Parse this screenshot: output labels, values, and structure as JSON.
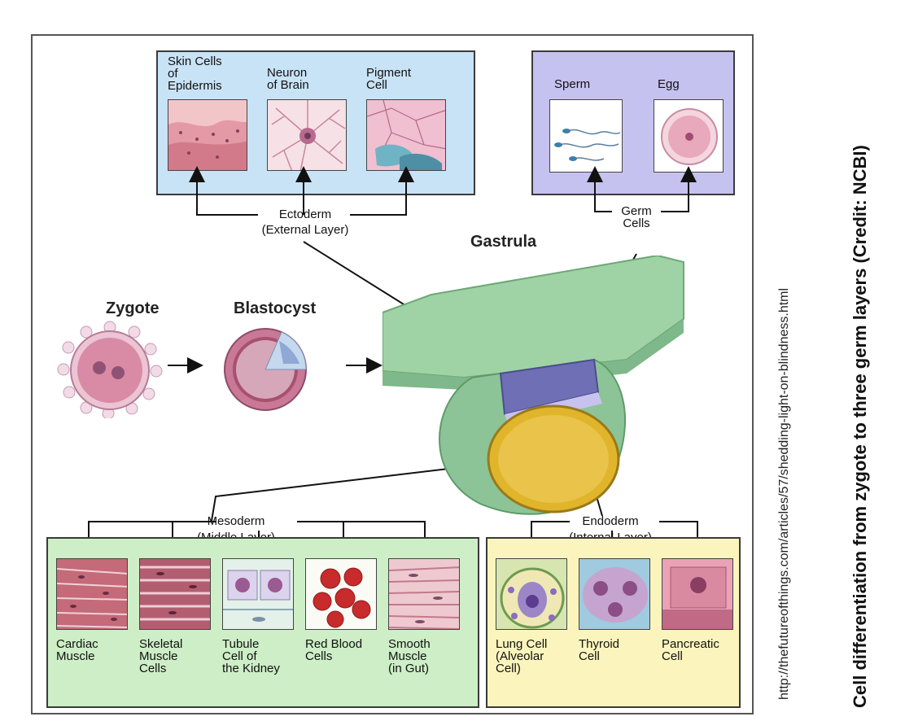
{
  "ectoderm": {
    "name": "Ectoderm",
    "sub": "(External Layer)",
    "cells": [
      "Skin Cells\nof\nEpidermis",
      "Neuron\nof Brain",
      "Pigment\nCell"
    ]
  },
  "germ": {
    "name": "Germ\nCells",
    "cells": [
      "Sperm",
      "Egg"
    ]
  },
  "stages": {
    "zygote": "Zygote",
    "blastocyst": "Blastocyst",
    "gastrula": "Gastrula"
  },
  "mesoderm": {
    "name": "Mesoderm",
    "sub": "(Middle Layer)",
    "cells": [
      "Cardiac\nMuscle",
      "Skeletal\nMuscle\nCells",
      "Tubule\nCell of\nthe Kidney",
      "Red Blood\nCells",
      "Smooth\nMuscle\n(in Gut)"
    ]
  },
  "endoderm": {
    "name": "Endoderm",
    "sub": "(Internal Layer)",
    "cells": [
      "Lung Cell\n(Alveolar\nCell)",
      "Thyroid\nCell",
      "Pancreatic\nCell"
    ]
  },
  "side": {
    "url": "http://thefutureofthings.com/articles/57/shedding-light-on-blindness.html",
    "caption": "Cell differentiation from zygote to three germ layers (Credit: NCBI)"
  },
  "colors": {
    "ectoderm_box": "#c9e3f6",
    "germ_box": "#c6c2ef",
    "mesoderm_box": "#cdeec6",
    "endoderm_box": "#fbf5bd",
    "gastrula_green": "#9fd3a5",
    "yolk": "#e0b52c",
    "zygote_pink": "#d98aa4"
  }
}
